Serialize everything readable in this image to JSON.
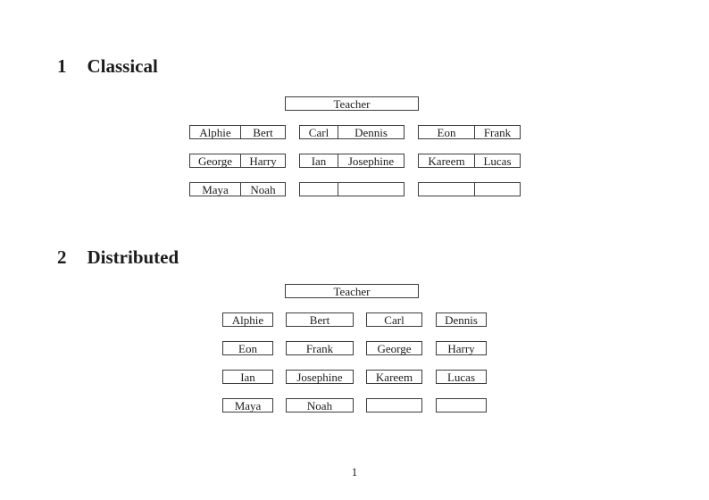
{
  "page": {
    "background": "#ffffff",
    "text_color": "#1c1c1c",
    "border_color": "#3c3c3c",
    "page_number": "1"
  },
  "sections": {
    "classical": {
      "number": "1",
      "title": "Classical",
      "teacher": "Teacher",
      "pairs": [
        {
          "left": "Alphie",
          "right": "Bert"
        },
        {
          "left": "Carl",
          "right": "Dennis"
        },
        {
          "left": "Eon",
          "right": "Frank"
        },
        {
          "left": "George",
          "right": "Harry"
        },
        {
          "left": "Ian",
          "right": "Josephine"
        },
        {
          "left": "Kareem",
          "right": "Lucas"
        },
        {
          "left": "Maya",
          "right": "Noah"
        },
        {
          "left": "",
          "right": ""
        },
        {
          "left": "",
          "right": ""
        }
      ]
    },
    "distributed": {
      "number": "2",
      "title": "Distributed",
      "teacher": "Teacher",
      "seats": [
        "Alphie",
        "Bert",
        "Carl",
        "Dennis",
        "Eon",
        "Frank",
        "George",
        "Harry",
        "Ian",
        "Josephine",
        "Kareem",
        "Lucas",
        "Maya",
        "Noah",
        "",
        ""
      ]
    }
  }
}
